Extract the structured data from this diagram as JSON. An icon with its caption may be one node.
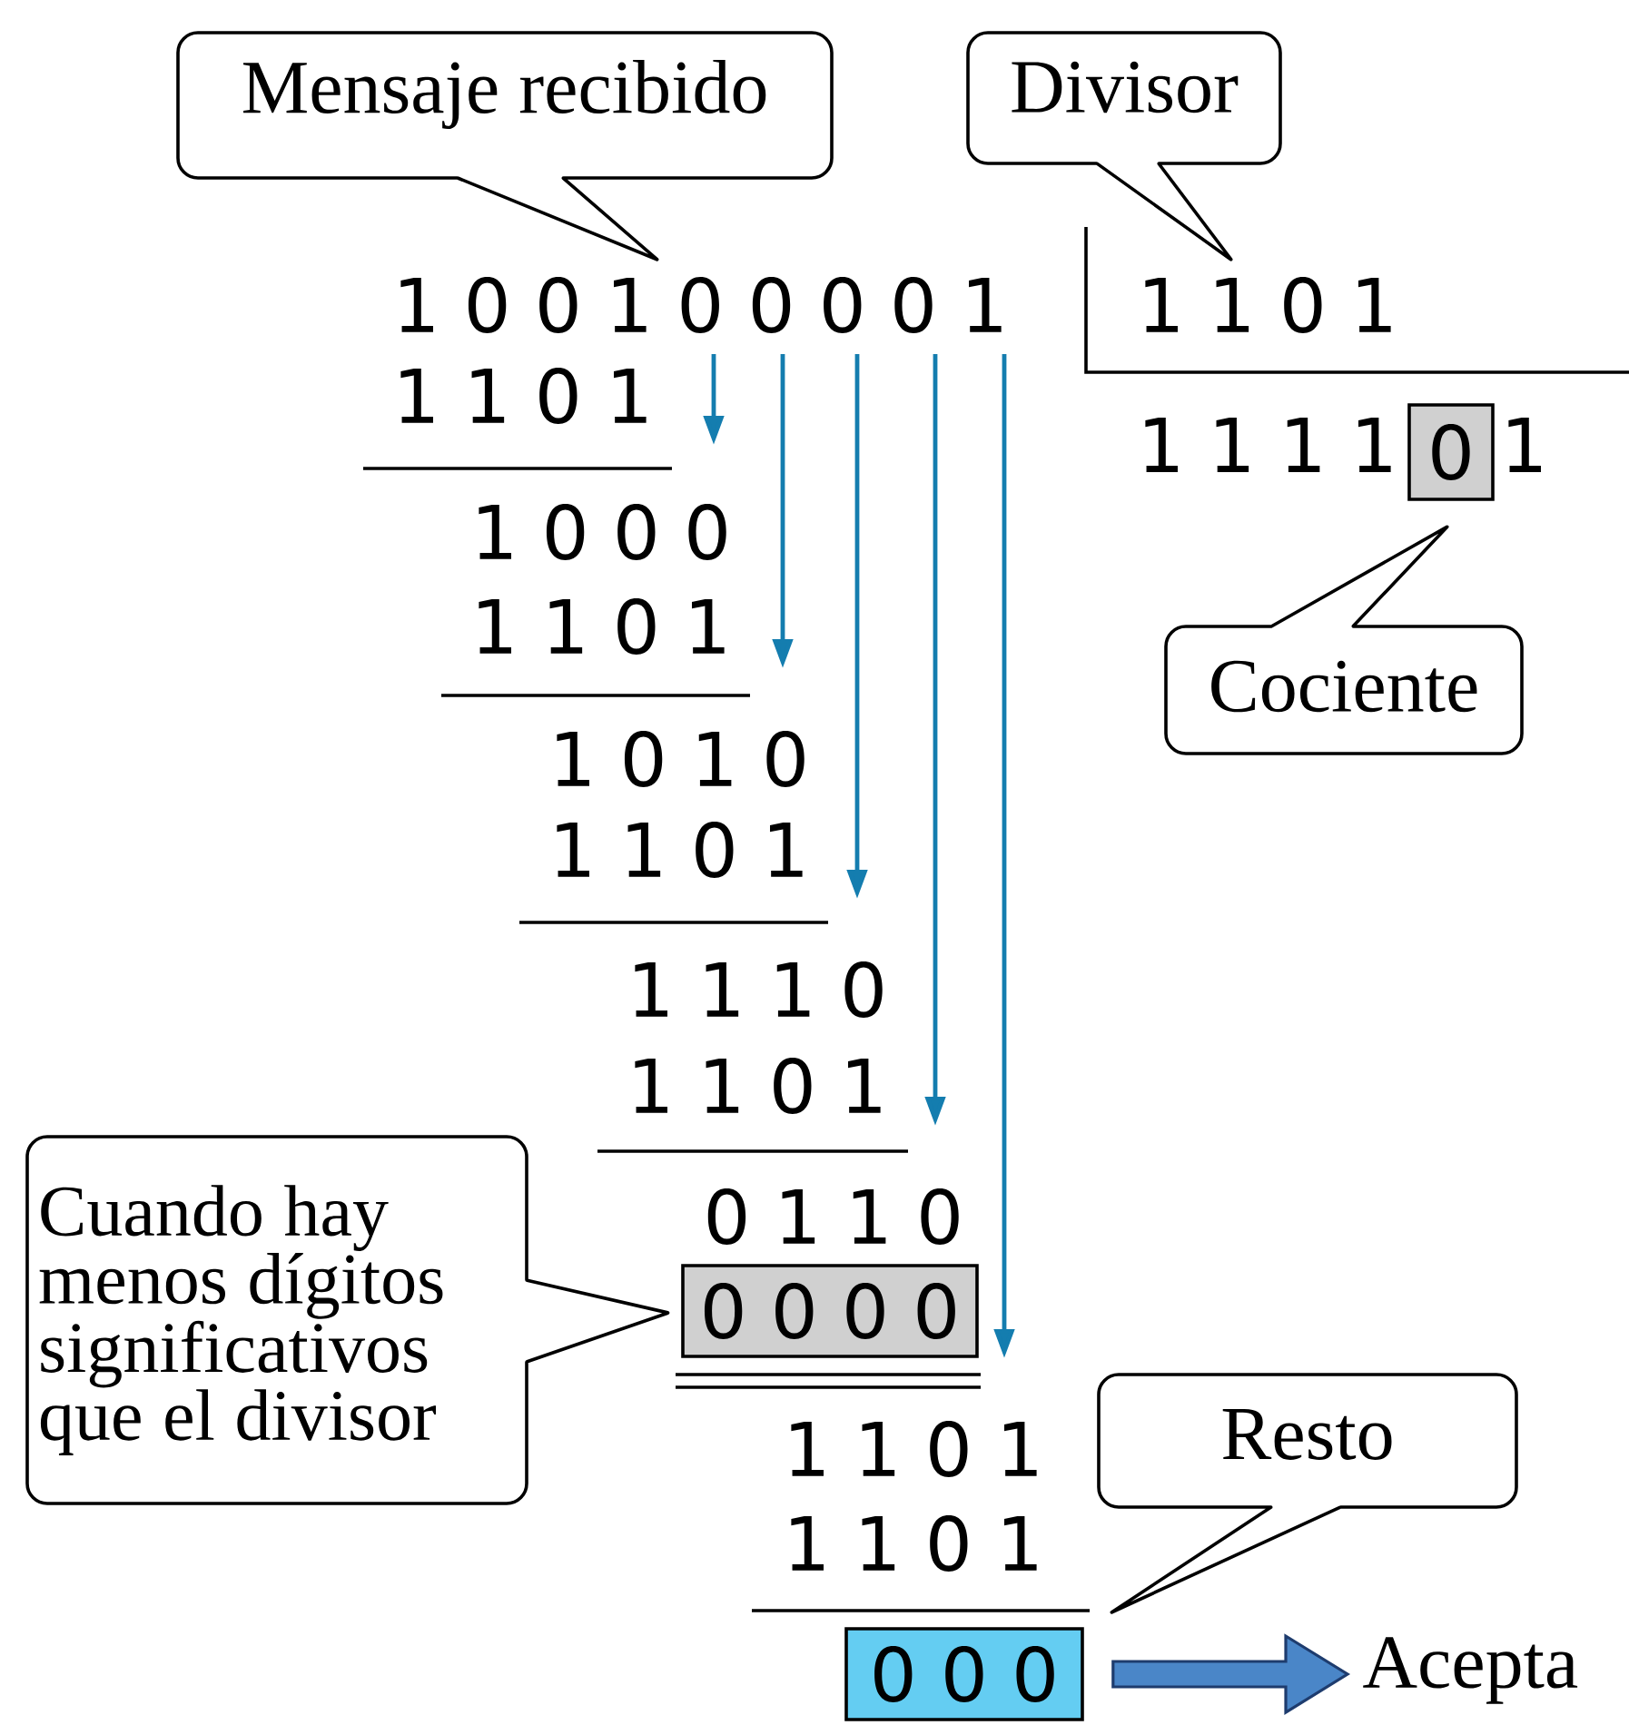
{
  "diagram": {
    "nodes": [
      {
        "text": [
          "Mensaje recibido"
        ]
      },
      {
        "text": [
          "Divisor"
        ]
      },
      {
        "text": [
          "Cociente"
        ]
      },
      {
        "text": [
          "Cuando hay menos dígitos significativos que el divisor"
        ]
      },
      {
        "text": [
          "0 0 0 0"
        ]
      },
      {
        "text": [
          "0"
        ]
      },
      {
        "text": [
          "0 0 0"
        ]
      },
      {
        "text": [
          "Resto"
        ]
      },
      {
        "text": [
          "Acepta"
        ]
      }
    ],
    "edges": [
      {
        "from": 6,
        "to": 8,
        "arrow": "to",
        "style": "thick",
        "color": "#4a86c8"
      }
    ],
    "labels": [
      "1 0 0 1 0 0 0 0 1",
      "1 1 0 1",
      "1 1 0 1",
      "1 1 1 1",
      "1",
      "1 0 0 0",
      "1 1 0 1",
      "1 0 1 0",
      "1 1 0 1",
      "1 1 1 0",
      "1 1 0 1",
      "0 1 1 0",
      "1 1 0 1",
      "1 1 0 1"
    ]
  }
}
